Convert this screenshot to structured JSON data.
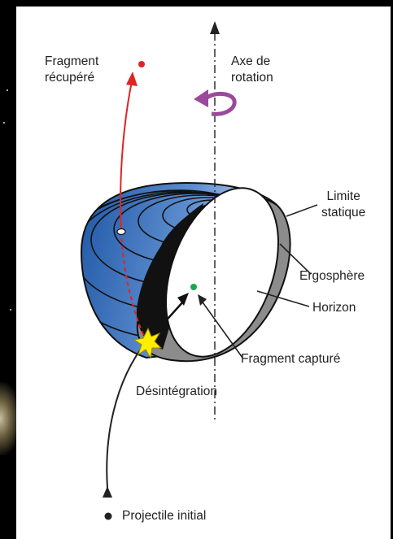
{
  "labels": {
    "fragment_recovered": "Fragment\nrécupéré",
    "rotation_axis": "Axe de\nrotation",
    "static_limit": "Limite\nstatique",
    "ergosphere": "Ergosphère",
    "horizon": "Horizon",
    "captured_fragment": "Fragment capturé",
    "disintegration": "Désintégration",
    "initial_projectile": "Projectile initial"
  },
  "colors": {
    "background": "#000000",
    "panel": "#ffffff",
    "outer_surface_dark": "#1f57a6",
    "outer_surface_light": "#dfe9f6",
    "ergosphere_gray": "#8c8c8c",
    "red_trajectory": "#e02424",
    "captured_point": "#1aa84a",
    "rotation_arrow": "#9a4a9a",
    "explosion": "#ffee00"
  }
}
